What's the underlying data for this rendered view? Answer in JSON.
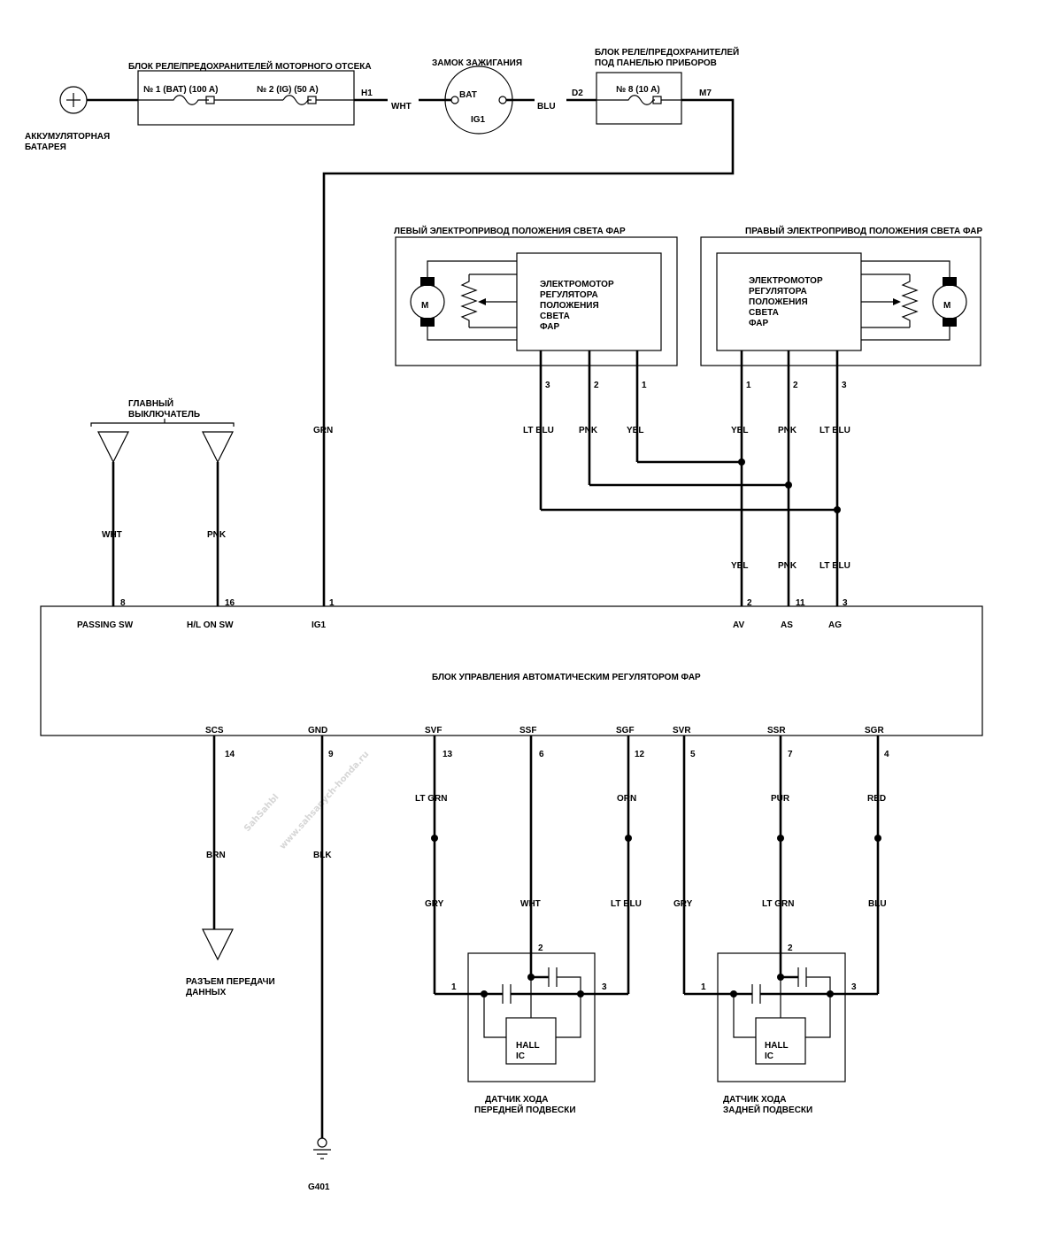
{
  "watermark": {
    "big": "SahSahbl",
    "url": "www.sahsanych-honda.ru"
  },
  "battery": {
    "label_line1": "АККУМУЛЯТОРНАЯ",
    "label_line2": "БАТАРЕЯ"
  },
  "engine_fuse_box": {
    "title": "БЛОК РЕЛЕ/ПРЕДОХРАНИТЕЛЕЙ МОТОРНОГО ОТСЕКА",
    "fuse1": "№ 1 (BAT) (100 A)",
    "fuse2": "№ 2 (IG) (50 A)",
    "terminal": "H1"
  },
  "ignition": {
    "title": "ЗАМОК ЗАЖИГАНИЯ",
    "bat": "BAT",
    "ig1": "IG1"
  },
  "dash_fuse_box": {
    "title_line1": "БЛОК РЕЛЕ/ПРЕДОХРАНИТЕЛЕЙ",
    "title_line2": "ПОД ПАНЕЛЬЮ ПРИБОРОВ",
    "fuse": "№ 8 (10 A)",
    "terminal_in": "D2",
    "terminal_out": "M7"
  },
  "wires_top": {
    "wht": "WHT",
    "blu": "BLU"
  },
  "left_actuator": {
    "title": "ЛЕВЫЙ ЭЛЕКТРОПРИВОД ПОЛОЖЕНИЯ СВЕТА ФАР",
    "motor_lines": [
      "ЭЛЕКТРОМОТОР",
      "РЕГУЛЯТОРА",
      "ПОЛОЖЕНИЯ",
      "СВЕТА",
      "ФАР"
    ],
    "motor_symbol": "M",
    "pins": [
      "3",
      "2",
      "1"
    ],
    "colors": [
      "LT BLU",
      "PNK",
      "YEL"
    ]
  },
  "right_actuator": {
    "title": "ПРАВЫЙ ЭЛЕКТРОПРИВОД ПОЛОЖЕНИЯ СВЕТА ФАР",
    "motor_lines": [
      "ЭЛЕКТРОМОТОР",
      "РЕГУЛЯТОРА",
      "ПОЛОЖЕНИЯ",
      "СВЕТА",
      "ФАР"
    ],
    "motor_symbol": "M",
    "pins": [
      "1",
      "2",
      "3"
    ],
    "colors": [
      "YEL",
      "PNK",
      "LT BLU"
    ]
  },
  "main_switch": {
    "title_line1": "ГЛАВНЫЙ",
    "title_line2": "ВЫКЛЮЧАТЕЛЬ",
    "wire1": "WHT",
    "wire2": "PNK"
  },
  "ig_wire": "GRN",
  "ecu": {
    "title": "БЛОК УПРАВЛЕНИЯ АВТОМАТИЧЕСКИМ РЕГУЛЯТОРОМ ФАР",
    "top_pins": [
      {
        "num": "8",
        "name": "PASSING SW",
        "wire": "WHT"
      },
      {
        "num": "16",
        "name": "H/L ON SW",
        "wire": "PNK"
      },
      {
        "num": "1",
        "name": "IG1",
        "wire": "GRN"
      },
      {
        "num": "2",
        "name": "AV",
        "wire": "YEL"
      },
      {
        "num": "11",
        "name": "AS",
        "wire": "PNK"
      },
      {
        "num": "3",
        "name": "AG",
        "wire": "LT BLU"
      }
    ],
    "bottom_pins": [
      {
        "name": "SCS",
        "num": "14",
        "wire": "BRN"
      },
      {
        "name": "GND",
        "num": "9",
        "wire": "BLK"
      },
      {
        "name": "SVF",
        "num": "13",
        "wire": "LT GRN",
        "wire2": "GRY"
      },
      {
        "name": "SSF",
        "num": "6",
        "wire": "WHT"
      },
      {
        "name": "SGF",
        "num": "12",
        "wire": "ORN",
        "wire2": "LT BLU"
      },
      {
        "name": "SVR",
        "num": "5",
        "wire": "GRY"
      },
      {
        "name": "SSR",
        "num": "7",
        "wire": "PUR",
        "wire2": "LT GRN"
      },
      {
        "name": "SGR",
        "num": "4",
        "wire": "RED",
        "wire2": "BLU"
      }
    ]
  },
  "data_link": {
    "line1": "РАЗЪЕМ ПЕРЕДАЧИ",
    "line2": "ДАННЫХ"
  },
  "ground": "G401",
  "front_sensor": {
    "line1": "ДАТЧИК ХОДА",
    "line2": "ПЕРЕДНЕЙ ПОДВЕСКИ",
    "hall1": "HALL",
    "hall2": "IC",
    "pins": [
      "1",
      "2",
      "3"
    ]
  },
  "rear_sensor": {
    "line1": "ДАТЧИК ХОДА",
    "line2": "ЗАДНЕЙ ПОДВЕСКИ",
    "hall1": "HALL",
    "hall2": "IC",
    "pins": [
      "1",
      "2",
      "3"
    ]
  }
}
